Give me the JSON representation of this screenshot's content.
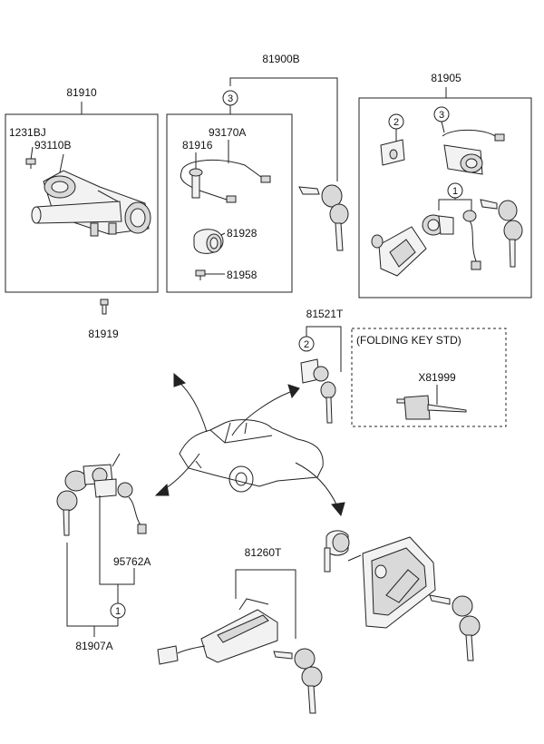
{
  "labels": {
    "p81900b": "81900B",
    "p81910": "81910",
    "p81905": "81905",
    "p1231bj": "1231BJ",
    "p93110b": "93110B",
    "p93170a": "93170A",
    "p81916": "81916",
    "p81928": "81928",
    "p81958": "81958",
    "p81919": "81919",
    "p81521t": "81521T",
    "folding_key_note": "(FOLDING KEY STD)",
    "px81999": "X81999",
    "p95762a": "95762A",
    "p81907a": "81907A",
    "p81260t": "81260T"
  },
  "callouts": {
    "c3_top": "3",
    "c2_81905": "2",
    "c3_81905": "3",
    "c1_81905": "1",
    "c2_81521t": "2",
    "c1_81907a": "1"
  },
  "colors": {
    "line": "#222222",
    "part_fill": "#f2f2f2",
    "part_shade": "#d9d9d9",
    "background": "#ffffff"
  },
  "icons": {
    "car": "car-outline-icon",
    "arrow": "curved-arrow-icon",
    "key": "key-icon",
    "lock_cylinder": "lock-cylinder-icon",
    "steering_column": "steering-lock-icon"
  }
}
